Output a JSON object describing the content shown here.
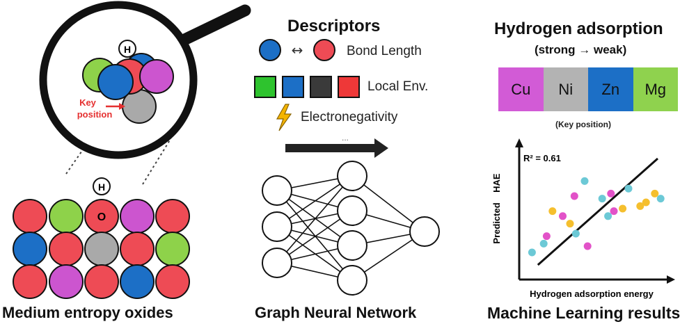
{
  "left": {
    "caption": "Medium entropy oxides",
    "zoom_h_label": "H",
    "key_label_line1": "Key",
    "key_label_line2": "position",
    "surface_h_label": "H",
    "surface_o_label": "O"
  },
  "middle": {
    "title": "Descriptors",
    "bond_label": "Bond Length",
    "bond_arrow": "↔",
    "local_label": "Local Env.",
    "electro_label": "Electronegativity",
    "arrow_dots": "...",
    "caption": "Graph Neural Network"
  },
  "right": {
    "title": "Hydrogen adsorption",
    "subtitle": "(strong → weak)",
    "elements": [
      {
        "label": "Cu",
        "color": "#d25bd6"
      },
      {
        "label": "Ni",
        "color": "#b3b3b3"
      },
      {
        "label": "Zn",
        "color": "#1c6fc6"
      },
      {
        "label": "Mg",
        "color": "#8fd24e"
      }
    ],
    "key_note": "(Key position)",
    "caption": "Machine Learning results"
  },
  "colors": {
    "red": "#ee4b55",
    "green": "#8ed24a",
    "blue": "#1c6fc6",
    "gray": "#a9a9a9",
    "magenta": "#cc55cf"
  },
  "chart_data": {
    "type": "scatter",
    "annotation": "R² = 0.61",
    "xlabel": "Hydrogen adsorption energy",
    "ylabel": "Predicted    HAE",
    "series": [
      {
        "color": "#e252c8",
        "points": [
          [
            0.14,
            0.28
          ],
          [
            0.25,
            0.44
          ],
          [
            0.33,
            0.6
          ],
          [
            0.58,
            0.62
          ],
          [
            0.42,
            0.2
          ],
          [
            0.6,
            0.48
          ]
        ]
      },
      {
        "color": "#f5bf2e",
        "points": [
          [
            0.18,
            0.48
          ],
          [
            0.3,
            0.38
          ],
          [
            0.66,
            0.5
          ],
          [
            0.78,
            0.52
          ],
          [
            0.82,
            0.55
          ],
          [
            0.88,
            0.62
          ]
        ]
      },
      {
        "color": "#6cc9d6",
        "points": [
          [
            0.04,
            0.15
          ],
          [
            0.4,
            0.72
          ],
          [
            0.52,
            0.58
          ],
          [
            0.56,
            0.44
          ],
          [
            0.7,
            0.66
          ],
          [
            0.92,
            0.58
          ],
          [
            0.12,
            0.22
          ],
          [
            0.34,
            0.3
          ]
        ]
      }
    ],
    "fit_line": [
      [
        0.08,
        0.05
      ],
      [
        0.9,
        0.9
      ]
    ]
  }
}
